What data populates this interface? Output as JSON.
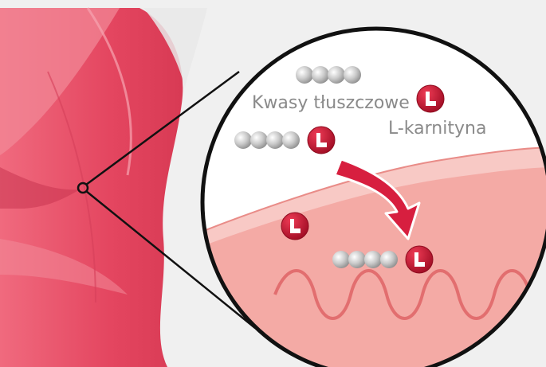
{
  "labels": {
    "fatty_acids": "Kwasy tłuszczowe",
    "carnitine": "L-karnityna",
    "badge_letter": "L"
  },
  "colors": {
    "background": "#f0f0f0",
    "muscle": "#e8475f",
    "muscle_dark": "#c73149",
    "mitochondrion": "#f3b0ac",
    "badge": "#c8102e",
    "arrow": "#d71f3f",
    "molecule": "#b7b7b7",
    "label_text": "#8a8a8a"
  },
  "icons": {
    "carnitine_badge": "l-carnitine-badge-icon",
    "fatty_acid_chain": "fatty-acid-chain-icon",
    "transport_arrow": "curved-arrow-icon"
  }
}
